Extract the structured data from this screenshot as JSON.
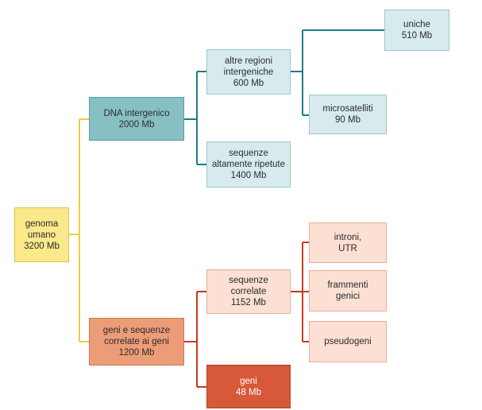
{
  "colors": {
    "yellow_line": "#f2cd3c",
    "teal_line": "#1f7b82",
    "red_line": "#c43a24",
    "yellow_box": "#fbe98b",
    "teal_box": "#86c0c4",
    "light_teal_box": "#d7ebee",
    "salmon_box": "#ed9c78",
    "light_salmon_box": "#fbe0d3",
    "dark_red_box": "#d8583a"
  },
  "nodes": {
    "genome": {
      "line1": "genoma",
      "line2": "umano",
      "line3": "3200 Mb"
    },
    "dna_intergenic": {
      "line1": "DNA intergenico",
      "line2": "2000 Mb"
    },
    "other_intergenic": {
      "line1": "altre regioni",
      "line2": "intergeniche",
      "line3": "600 Mb"
    },
    "repeated": {
      "line1": "sequenze",
      "line2": "altamente ripetute",
      "line3": "1400 Mb"
    },
    "unique": {
      "line1": "uniche",
      "line2": "510 Mb"
    },
    "microsatellites": {
      "line1": "microsatelliti",
      "line2": "90 Mb"
    },
    "genes_related": {
      "line1": "geni e sequenze",
      "line2": "correlate ai geni",
      "line3": "1200 Mb"
    },
    "related_seq": {
      "line1": "sequenze",
      "line2": "correlate",
      "line3": "1152 Mb"
    },
    "genes": {
      "line1": "geni",
      "line2": "48 Mb"
    },
    "introns": {
      "line1": "introni,",
      "line2": "UTR"
    },
    "gene_fragments": {
      "line1": "frammenti",
      "line2": "genici"
    },
    "pseudogenes": {
      "line1": "pseudogeni"
    }
  }
}
